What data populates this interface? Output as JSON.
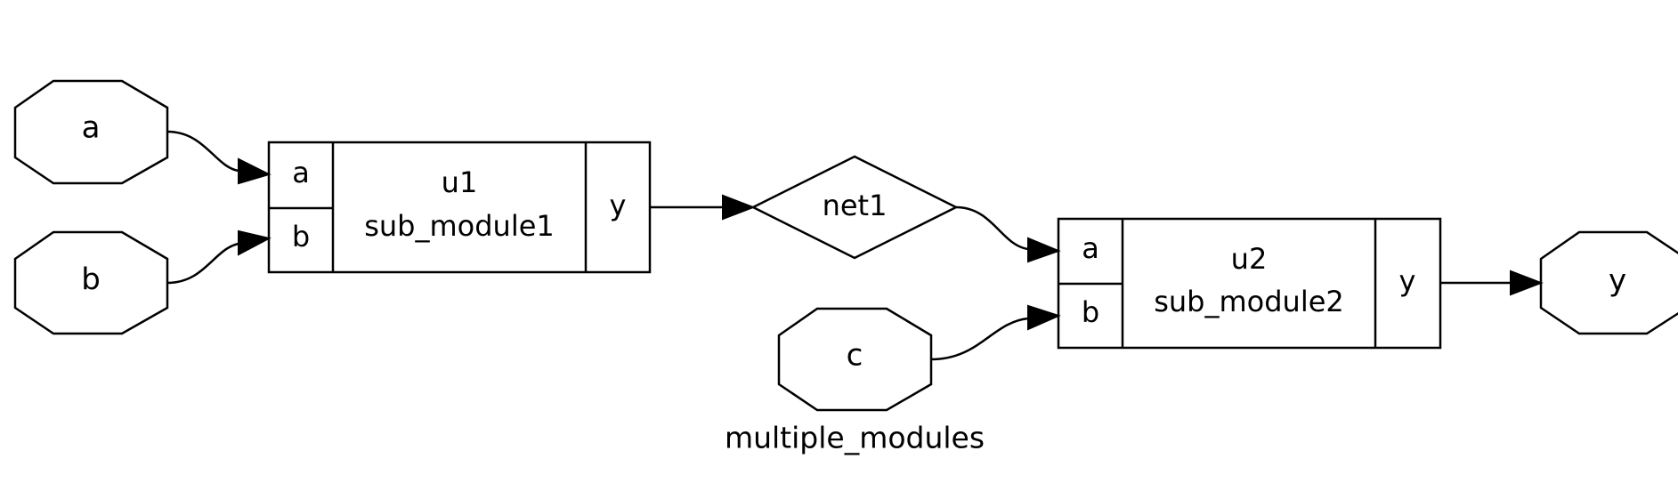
{
  "graph": {
    "caption": "multiple_modules",
    "inputs": {
      "a": "a",
      "b": "b",
      "c": "c"
    },
    "output": "y",
    "net": "net1",
    "u1": {
      "name": "u1",
      "type": "sub_module1",
      "port_a": "a",
      "port_b": "b",
      "port_y": "y"
    },
    "u2": {
      "name": "u2",
      "type": "sub_module2",
      "port_a": "a",
      "port_b": "b",
      "port_y": "y"
    }
  },
  "colors": {
    "stroke": "#000000",
    "background": "#ffffff"
  }
}
